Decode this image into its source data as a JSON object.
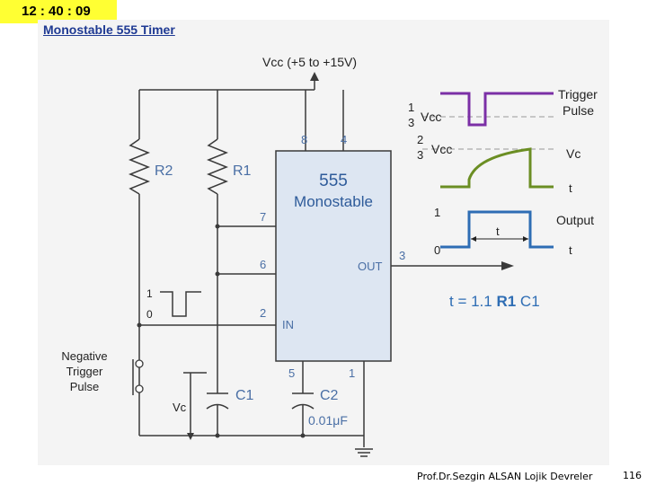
{
  "clock": "12  : 40 : 09",
  "title": "Monostable 555 Timer",
  "vcc_label": "Vcc (+5 to +15V)",
  "ic": {
    "name": "555",
    "mode": "Monostable",
    "out": "OUT",
    "in": "IN"
  },
  "pins": {
    "p8": "8",
    "p4": "4",
    "p7": "7",
    "p6": "6",
    "p2": "2",
    "p5": "5",
    "p1": "1",
    "p3": "3"
  },
  "parts": {
    "r2": "R2",
    "r1": "R1",
    "c1": "C1",
    "c2": "C2",
    "c2_value": "0.01μF",
    "vc": "Vc"
  },
  "input_pulse": {
    "high": "1",
    "low": "0"
  },
  "trigger_input": [
    "Negative",
    "Trigger",
    "Pulse"
  ],
  "waveforms": {
    "frac1_num": "1",
    "frac1_den": "3",
    "frac1_var": "Vcc",
    "frac2_num": "2",
    "frac2_den": "3",
    "frac2_var": "Vcc",
    "trigger_label": [
      "Trigger",
      "Pulse"
    ],
    "vc_label": "Vc",
    "output_label": "Output",
    "t_axis": "t",
    "t_width": "t",
    "out_high": "1",
    "out_low": "0"
  },
  "formula": {
    "prefix": "t = 1.1 ",
    "r": "R1",
    "c": " C1"
  },
  "footer": "Prof.Dr.Sezgin ALSAN   Lojik Devreler",
  "page": "116",
  "colors": {
    "trigger": "#7b2fa6",
    "vc": "#6b8e23",
    "output": "#2e6db4",
    "ic_fill": "#dde6f2",
    "wire": "#3a3a3a",
    "pin_num": "#4a6fa5",
    "formula": "#2e6db4"
  }
}
